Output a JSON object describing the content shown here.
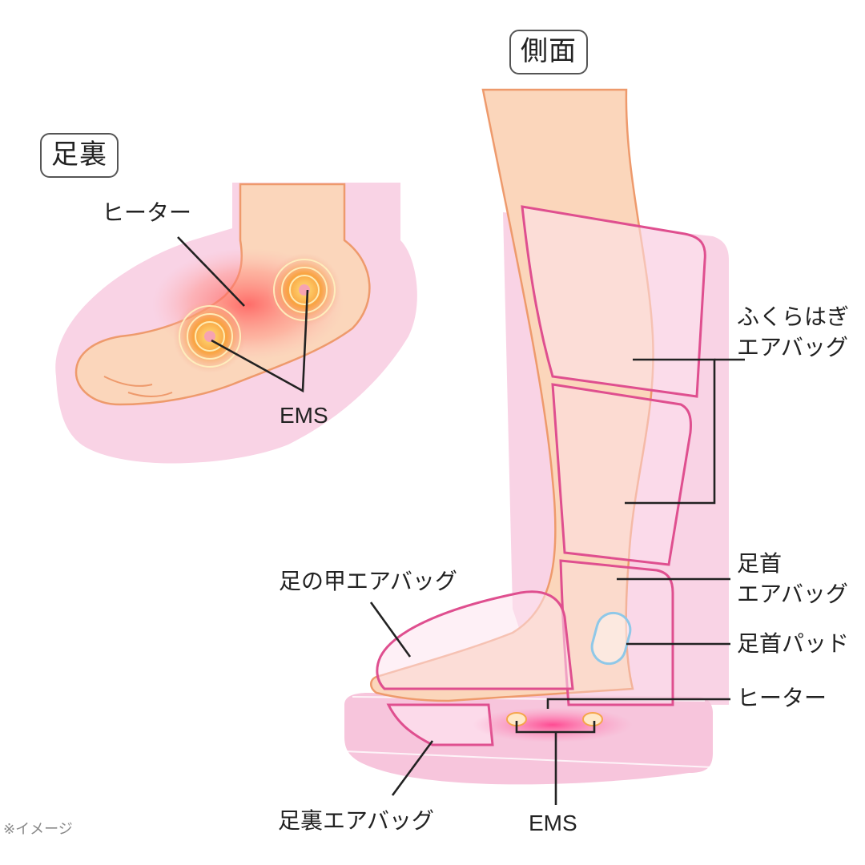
{
  "titles": {
    "sole_view": "足裏",
    "side_view": "側面"
  },
  "sole_view": {
    "heater_label": "ヒーター",
    "ems_label": "EMS"
  },
  "side_view": {
    "calf_airbag_line1": "ふくらはぎ",
    "calf_airbag_line2": "エアバッグ",
    "ankle_airbag_line1": "足首",
    "ankle_airbag_line2": "エアバッグ",
    "ankle_pad": "足首パッド",
    "heater": "ヒーター",
    "instep_airbag": "足の甲エアバッグ",
    "sole_airbag": "足裏エアバッグ",
    "ems": "EMS"
  },
  "note": "※イメージ",
  "colors": {
    "device_pink": "#f7c5dc",
    "device_pink_light": "#fbe2ee",
    "outline_magenta": "#df4f8f",
    "skin": "#fbd6bb",
    "skin_outline": "#ee9a6c",
    "heat_orange": "#f58a2e",
    "ankle_pad_blue": "#8fc8e8"
  }
}
